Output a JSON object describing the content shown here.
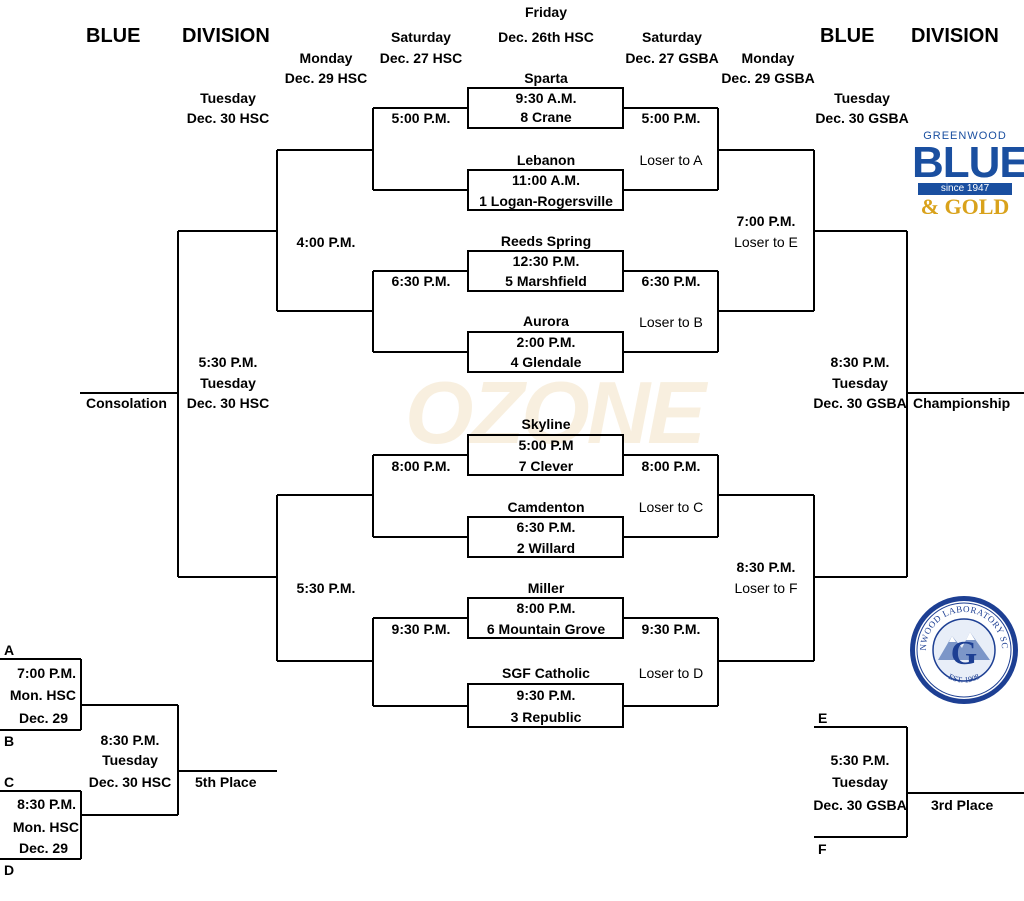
{
  "headings": {
    "left_blue": "BLUE",
    "left_division": "DIVISION",
    "right_blue": "BLUE",
    "right_division": "DIVISION",
    "fri_day": "Friday",
    "fri_date": "Dec. 26th HSC",
    "sat_left_day": "Saturday",
    "sat_left_date": "Dec. 27 HSC",
    "sat_right_day": "Saturday",
    "sat_right_date": "Dec. 27 GSBA",
    "mon_left_day": "Monday",
    "mon_left_date": "Dec. 29 HSC",
    "mon_right_day": "Monday",
    "mon_right_date": "Dec. 29 GSBA",
    "tue_left_day": "Tuesday",
    "tue_left_date": "Dec. 30 HSC",
    "tue_right_day": "Tuesday",
    "tue_right_date": "Dec. 30 GSBA"
  },
  "first_round": [
    {
      "top_team": "Sparta",
      "time": "9:30 A.M.",
      "bottom_team": "8 Crane"
    },
    {
      "top_team": "Lebanon",
      "time": "11:00 A.M.",
      "bottom_team": "1 Logan-Rogersville"
    },
    {
      "top_team": "Reeds Spring",
      "time": "12:30 P.M.",
      "bottom_team": "5 Marshfield"
    },
    {
      "top_team": "Aurora",
      "time": "2:00 P.M.",
      "bottom_team": "4 Glendale"
    },
    {
      "top_team": "Skyline",
      "time": "5:00 P.M",
      "bottom_team": "7 Clever"
    },
    {
      "top_team": "Camdenton",
      "time": "6:30 P.M.",
      "bottom_team": "2 Willard"
    },
    {
      "top_team": "Miller",
      "time": "8:00 P.M.",
      "bottom_team": "6 Mountain Grove"
    },
    {
      "top_team": "SGF Catholic",
      "time": "9:30 P.M.",
      "bottom_team": "3 Republic"
    }
  ],
  "sat_left_times": [
    "5:00 P.M.",
    "6:30 P.M.",
    "8:00 P.M.",
    "9:30 P.M."
  ],
  "sat_right_times": [
    "5:00 P.M.",
    "6:30 P.M.",
    "8:00 P.M.",
    "9:30 P.M."
  ],
  "loser_labels": [
    "Loser to A",
    "Loser to B",
    "Loser to C",
    "Loser to D"
  ],
  "mon_left_times": [
    "4:00 P.M.",
    "5:30 P.M."
  ],
  "mon_right": [
    {
      "time": "7:00 P.M.",
      "label": "Loser to E"
    },
    {
      "time": "8:30 P.M.",
      "label": "Loser to F"
    }
  ],
  "consolation": {
    "time": "5:30 P.M.",
    "day": "Tuesday",
    "date": "Dec. 30 HSC",
    "label": "Consolation"
  },
  "championship": {
    "time": "8:30 P.M.",
    "day": "Tuesday",
    "date": "Dec. 30 GSBA",
    "label": "Championship"
  },
  "fifth_place": {
    "letter_a": "A",
    "letter_b": "B",
    "letter_c": "C",
    "letter_d": "D",
    "game1": {
      "time": "7:00 P.M.",
      "day": "Mon. HSC",
      "date": "Dec. 29"
    },
    "game2": {
      "time": "8:30 P.M.",
      "day": "Mon. HSC",
      "date": "Dec. 29"
    },
    "final": {
      "time": "8:30 P.M.",
      "day": "Tuesday",
      "date": "Dec. 30 HSC"
    },
    "label": "5th Place"
  },
  "third_place": {
    "letter_e": "E",
    "letter_f": "F",
    "time": "5:30 P.M.",
    "day": "Tuesday",
    "date": "Dec. 30 GSBA",
    "label": "3rd Place"
  },
  "watermark_text": "OZONE",
  "logo_greenwood": {
    "top": "GREENWOOD",
    "main": "BLUE",
    "since": "since 1947",
    "gold": "& GOLD"
  },
  "seal_text": "GREENWOOD LABORATORY SCHOOL",
  "seal_est": "EST. 1908"
}
